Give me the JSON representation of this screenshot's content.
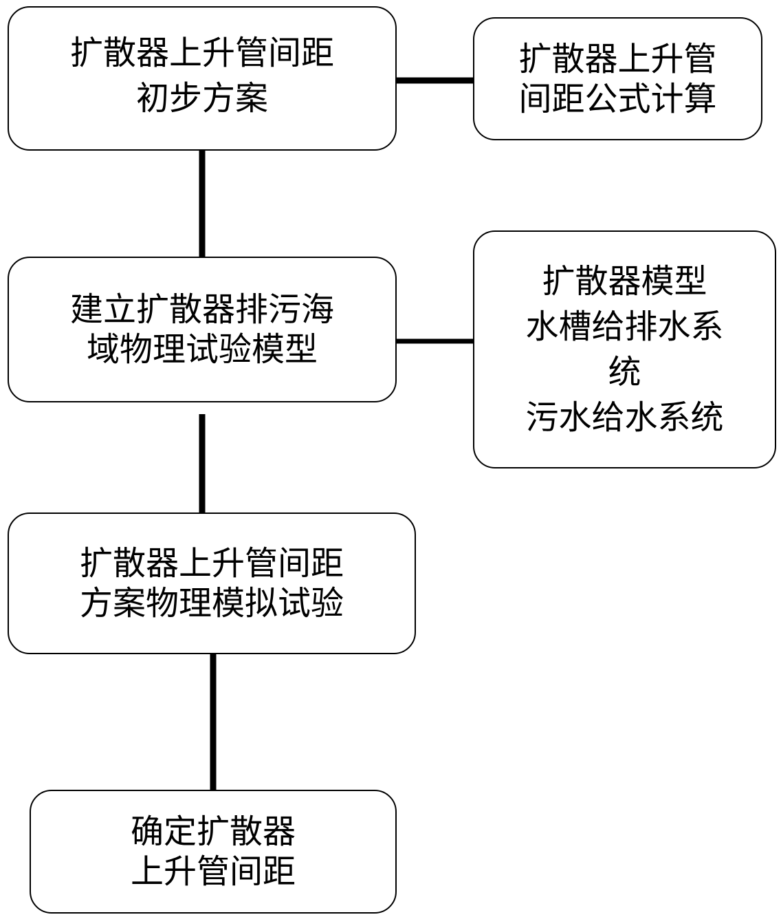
{
  "diagram": {
    "nodes": [
      {
        "id": "initial-plan",
        "lines": [
          "扩散器上升管间距",
          "初步方案"
        ]
      },
      {
        "id": "formula-calc",
        "lines": [
          "扩散器上升管",
          "间距公式计算"
        ]
      },
      {
        "id": "build-model",
        "lines": [
          "建立扩散器排污海",
          "域物理试验模型"
        ]
      },
      {
        "id": "water-systems",
        "lines": [
          "扩散器模型",
          "水槽给排水系",
          "统",
          "污水给水系统"
        ]
      },
      {
        "id": "simulation-test",
        "lines": [
          "扩散器上升管间距",
          "方案物理模拟试验"
        ]
      },
      {
        "id": "final-spacing",
        "lines": [
          "确定扩散器",
          "上升管间距"
        ]
      }
    ],
    "edges": [
      {
        "from": "initial-plan",
        "to": "formula-calc"
      },
      {
        "from": "initial-plan",
        "to": "build-model"
      },
      {
        "from": "build-model",
        "to": "water-systems"
      },
      {
        "from": "build-model",
        "to": "simulation-test"
      },
      {
        "from": "simulation-test",
        "to": "final-spacing"
      }
    ],
    "colors": {
      "stroke": "#000000",
      "fill": "#ffffff",
      "text": "#000000"
    }
  }
}
